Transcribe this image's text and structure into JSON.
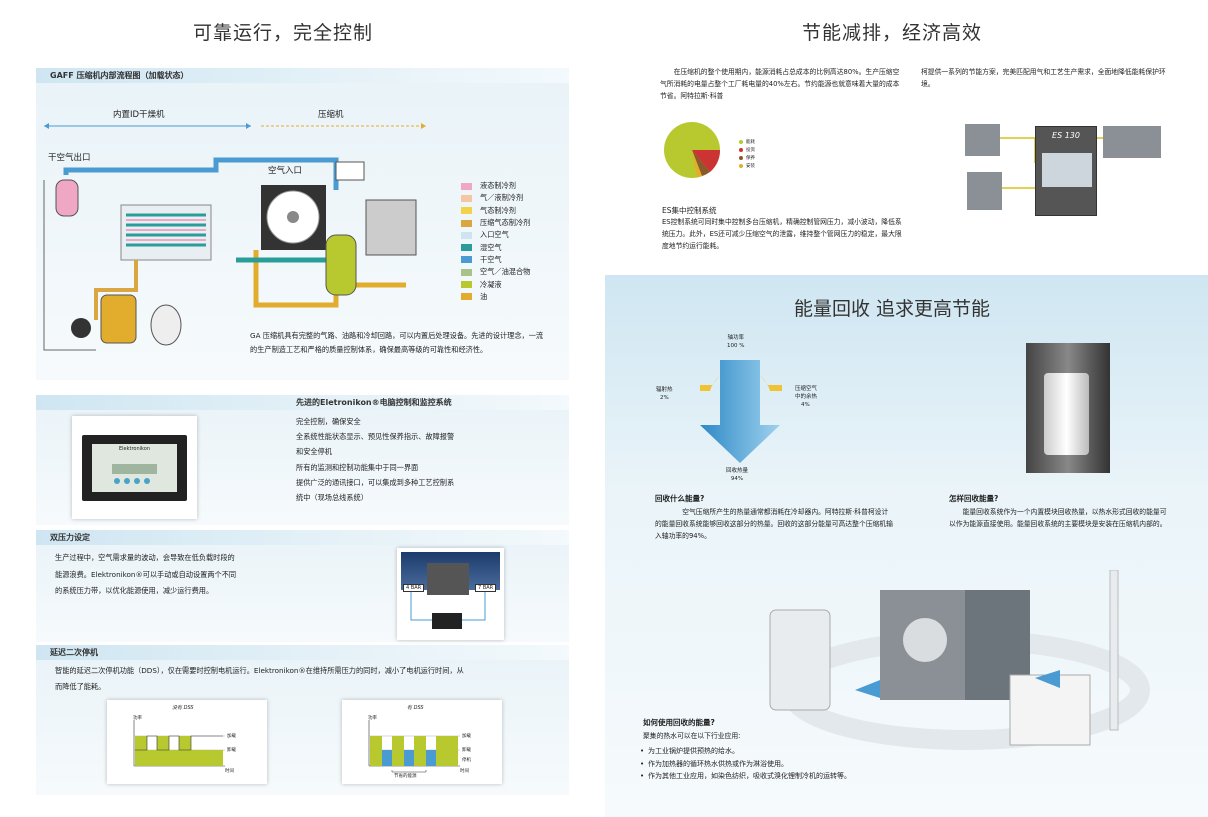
{
  "left": {
    "heading": "可靠运行，完全控制",
    "flow": {
      "bar_title": "GAFF 压缩机内部流程图（加载状态）",
      "dryer_label": "内置ID干燥机",
      "compressor_label": "压缩机",
      "dry_air_out": "干空气出口",
      "air_in": "空气入口",
      "legend": [
        {
          "label": "液态制冷剂",
          "color": "#f0a7c4"
        },
        {
          "label": "气／液制冷剂",
          "color": "#f6c6a3"
        },
        {
          "label": "气态制冷剂",
          "color": "#f3d24a"
        },
        {
          "label": "压缩气态制冷剂",
          "color": "#d9a642"
        },
        {
          "label": "入口空气",
          "color": "#cfe3f0"
        },
        {
          "label": "湿空气",
          "color": "#2a9d9a"
        },
        {
          "label": "干空气",
          "color": "#4a9bd1"
        },
        {
          "label": "空气／油混合物",
          "color": "#a9c28a"
        },
        {
          "label": "冷凝液",
          "color": "#b7c92f"
        },
        {
          "label": "油",
          "color": "#e2ad2c"
        }
      ],
      "desc": "GA 压缩机具有完整的气路、油路和冷却回路，可以内置后处理设备。先进的设计理念，一流的生产制造工艺和严格的质量控制体系，确保最高等级的可靠性和经济性。"
    },
    "elek": {
      "bar_title": "先进的Eletronikon®电脑控制和监控系统",
      "items": [
        "完全控制，确保安全",
        "全系统性能状态显示、预见性保养指示、故障报警",
        "和安全停机",
        "所有的监测和控制功能集中于同一界面",
        "提供广泛的通讯接口，可以集成到多种工艺控制系",
        "统中（现场总线系统）"
      ],
      "screen_brand": "Elektronikon"
    },
    "dual": {
      "bar_title": "双压力设定",
      "lines": [
        "生产过程中，空气需求量的波动，会导致在低负载时段的",
        "能源浪费。Elektronikon®可以手动或自动设置两个不同",
        "的系统压力带，以优化能源使用，减少运行费用。"
      ],
      "tag_left": "4 BAR",
      "tag_right": "7 BAR"
    },
    "dds": {
      "bar_title": "延迟二次停机",
      "lines": [
        "智能的延迟二次停机功能（DDS），仅在需要时控制电机运行。Elektronikon®在维持所需压力的同时，减小了电机运行时间，从",
        "而降低了能耗。"
      ],
      "chart1": {
        "title": "没有 DSS",
        "ylabel": "功率",
        "right1": "加载",
        "right2": "卸载",
        "xlabel": "时间"
      },
      "chart2": {
        "title": "有 DSS",
        "ylabel": "功率",
        "right1": "加载",
        "right2": "卸载",
        "right3": "停机",
        "xlabel": "时间",
        "note": "节省的能源"
      }
    }
  },
  "right": {
    "heading": "节能减排，经济高效",
    "intro_left": "在压缩机的整个使用期内，能源消耗占总成本的比例高达80%。生产压缩空气所消耗的电量占整个工厂耗电量的40%左右。节约能源也就意味着大量的成本节省。阿特拉斯·科普",
    "intro_right": "柯提供一系列的节能方案，完美匹配用气和工艺生产需求，全面地降低能耗保护环境。",
    "pie_legend": [
      "能耗",
      "投资",
      "保养",
      "安装"
    ],
    "es_title": "ES集中控制系统",
    "es_text": "ES控制系统可同时集中控制多台压缩机，精确控制管网压力，减小波动，降低系统压力。此外，ES还可减少压缩空气的泄露，维持整个管网压力的稳定，最大限度地节约运行能耗。",
    "es_model": "ES 130",
    "recovery": {
      "heading": "能量回收 追求更高节能",
      "shaft": "轴功率",
      "shaft_pct": "100 %",
      "radiant": "辐射热",
      "radiant_pct": "2%",
      "residual": "压缩空气",
      "residual2": "中的余热",
      "residual_pct": "4%",
      "recovered": "回收热量",
      "recovered_pct": "94%",
      "what_title": "回收什么能量?",
      "what_text": "空气压缩所产生的热量通常都消耗在冷却器内。阿特拉斯·科普柯设计的能量回收系统能够回收这部分的热量。回收的这部分能量可高达整个压缩机输入轴功率的94%。",
      "how_title": "怎样回收能量?",
      "how_text": "能量回收系统作为一个内置模块回收热量，以热水形式回收的能量可以作为能源直接使用。能量回收系统的主要模块是安装在压缩机内部的。",
      "use_title": "如何使用回收的能量?",
      "use_intro": "聚集的热水可以在以下行业应用:",
      "use_items": [
        "为工业锅炉提供预热的给水。",
        "作为加热器的循环热水供热或作为淋浴使用。",
        "作为其他工业应用，如染色纺织，吸收式溴化锂制冷机的运转等。"
      ]
    }
  }
}
